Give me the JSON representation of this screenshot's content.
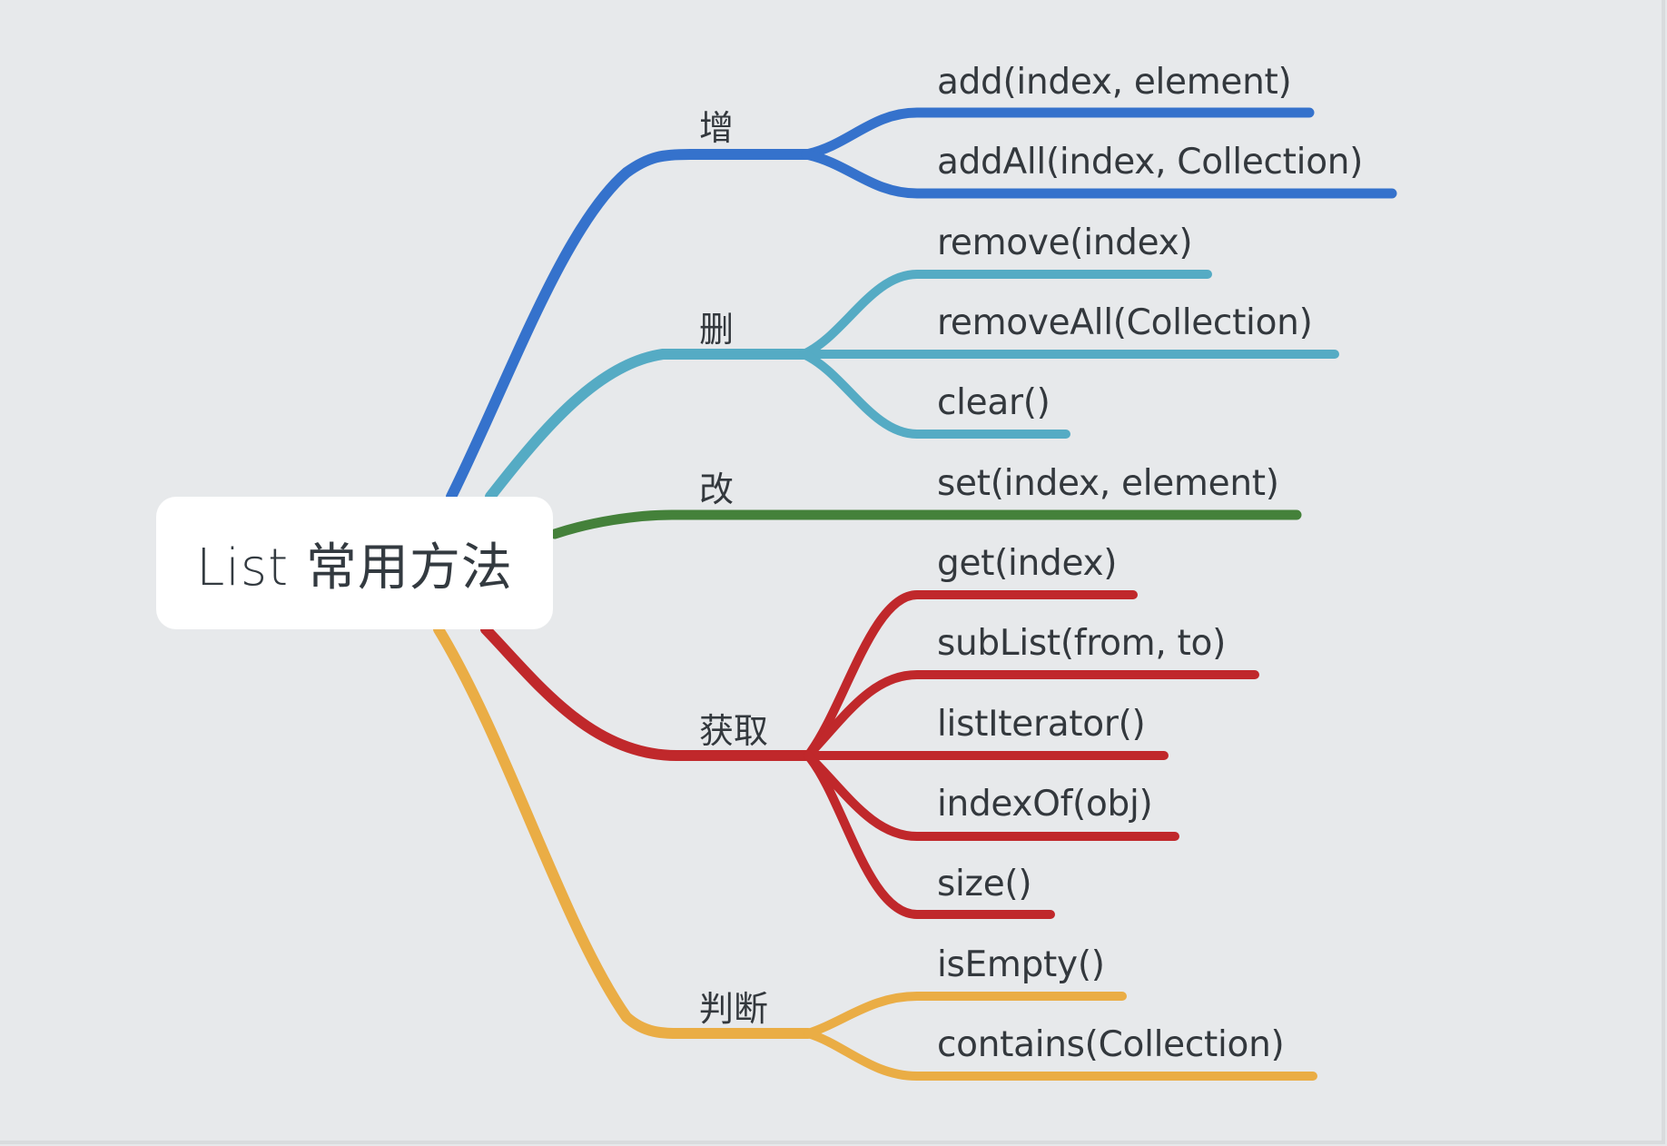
{
  "root": {
    "label": "List 常用方法"
  },
  "branches": [
    {
      "label": "增",
      "color": "#3572cc",
      "children": [
        {
          "label": "add(index, element)"
        },
        {
          "label": "addAll(index, Collection)"
        }
      ]
    },
    {
      "label": "删",
      "color": "#55abc4",
      "children": [
        {
          "label": "remove(index)"
        },
        {
          "label": "removeAll(Collection)"
        },
        {
          "label": "clear()"
        }
      ]
    },
    {
      "label": "改",
      "color": "#44813a",
      "children": [
        {
          "label": "set(index, element)"
        }
      ]
    },
    {
      "label": "获取",
      "color": "#c0282b",
      "children": [
        {
          "label": "get(index)"
        },
        {
          "label": "subList(from, to)"
        },
        {
          "label": "listIterator()"
        },
        {
          "label": "indexOf(obj)"
        },
        {
          "label": "size()"
        }
      ]
    },
    {
      "label": "判断",
      "color": "#eaad45",
      "children": [
        {
          "label": "isEmpty()"
        },
        {
          "label": "contains(Collection)"
        }
      ]
    }
  ]
}
